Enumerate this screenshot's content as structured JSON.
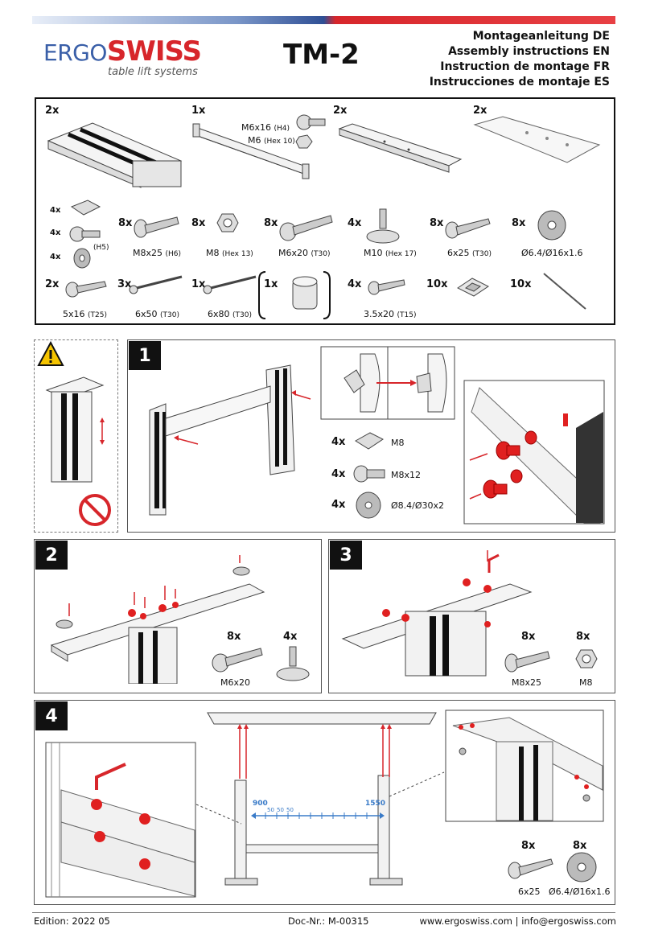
{
  "header": {
    "brand_part1": "ERGO",
    "brand_part2": "SWISS",
    "brand_sub": "table lift systems",
    "model": "TM-2",
    "titles": [
      "Montageanleitung DE",
      "Assembly instructions EN",
      "Instruction de montage FR",
      "Instrucciones de montaje ES"
    ]
  },
  "parts": {
    "row1": [
      {
        "qty": "2x"
      },
      {
        "qty": "1x"
      },
      {
        "qty": "2x"
      },
      {
        "qty": "2x"
      }
    ],
    "screw_m6x16": "M6x16",
    "screw_m6x16_tool": "(H4)",
    "nut_m6": "M6",
    "nut_m6_tool": "(Hex 10)",
    "small_parts": [
      {
        "qty": "4x"
      },
      {
        "qty": "4x"
      },
      {
        "qty": "4x"
      }
    ],
    "small_tool": "(H5)",
    "row2": [
      {
        "qty": "8x",
        "label": "M8x25",
        "tool": "(H6)"
      },
      {
        "qty": "8x",
        "label": "M8",
        "tool": "(Hex 13)"
      },
      {
        "qty": "8x",
        "label": "M6x20",
        "tool": "(T30)"
      },
      {
        "qty": "4x",
        "label": "M10",
        "tool": "(Hex 17)"
      },
      {
        "qty": "8x",
        "label": "6x25",
        "tool": "(T30)"
      },
      {
        "qty": "8x",
        "label": "Ø6.4/Ø16x1.6",
        "tool": ""
      }
    ],
    "row3": [
      {
        "qty": "2x",
        "label": "5x16",
        "tool": "(T25)"
      },
      {
        "qty": "3x",
        "label": "6x50",
        "tool": "(T30)"
      },
      {
        "qty": "1x",
        "label": "6x80",
        "tool": "(T30)"
      },
      {
        "qty": "1x",
        "label": "",
        "tool": ""
      },
      {
        "qty": "4x",
        "label": "3.5x20",
        "tool": "(T15)"
      },
      {
        "qty": "10x",
        "label": "",
        "tool": ""
      },
      {
        "qty": "10x",
        "label": "",
        "tool": ""
      }
    ]
  },
  "step1": {
    "num": "1",
    "items": [
      {
        "qty": "4x",
        "label": "M8"
      },
      {
        "qty": "4x",
        "label": "M8x12"
      },
      {
        "qty": "4x",
        "label": "Ø8.4/Ø30x2"
      }
    ]
  },
  "step2": {
    "num": "2",
    "items": [
      {
        "qty": "8x",
        "label": "M6x20"
      },
      {
        "qty": "4x",
        "label": ""
      }
    ]
  },
  "step3": {
    "num": "3",
    "items": [
      {
        "qty": "8x",
        "label": "M8x25"
      },
      {
        "qty": "8x",
        "label": "M8"
      }
    ]
  },
  "step4": {
    "num": "4",
    "scale_min": "900",
    "scale_max": "1550",
    "scale_steps": [
      "50",
      "50",
      "50"
    ],
    "items": [
      {
        "qty": "8x",
        "label": "6x25"
      },
      {
        "qty": "8x",
        "label": "Ø6.4/Ø16x1.6"
      }
    ]
  },
  "footer": {
    "edition": "Edition: 2022 05",
    "doc": "Doc-Nr.: M-00315",
    "contact": "www.ergoswiss.com | info@ergoswiss.com"
  },
  "colors": {
    "brand_blue": "#3a5fa8",
    "brand_red": "#d7262b",
    "highlight_red": "#e02020",
    "warning_yellow": "#f5c400"
  }
}
